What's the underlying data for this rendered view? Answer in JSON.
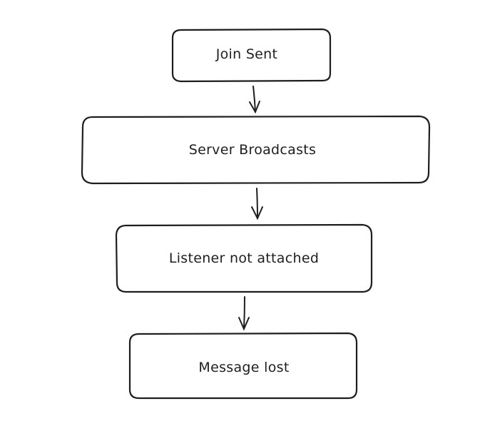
{
  "diagram": {
    "nodes": [
      {
        "id": "join-sent",
        "label": "Join Sent"
      },
      {
        "id": "server-broadcasts",
        "label": "Server Broadcasts"
      },
      {
        "id": "listener-not-attached",
        "label": "Listener not attached"
      },
      {
        "id": "message-lost",
        "label": "Message lost"
      }
    ],
    "edges": [
      {
        "from": "join-sent",
        "to": "server-broadcasts"
      },
      {
        "from": "server-broadcasts",
        "to": "listener-not-attached"
      },
      {
        "from": "listener-not-attached",
        "to": "message-lost"
      }
    ],
    "colors": {
      "stroke": "#1e1e1e",
      "fill": "#ffffff",
      "background": "#ffffff"
    }
  }
}
